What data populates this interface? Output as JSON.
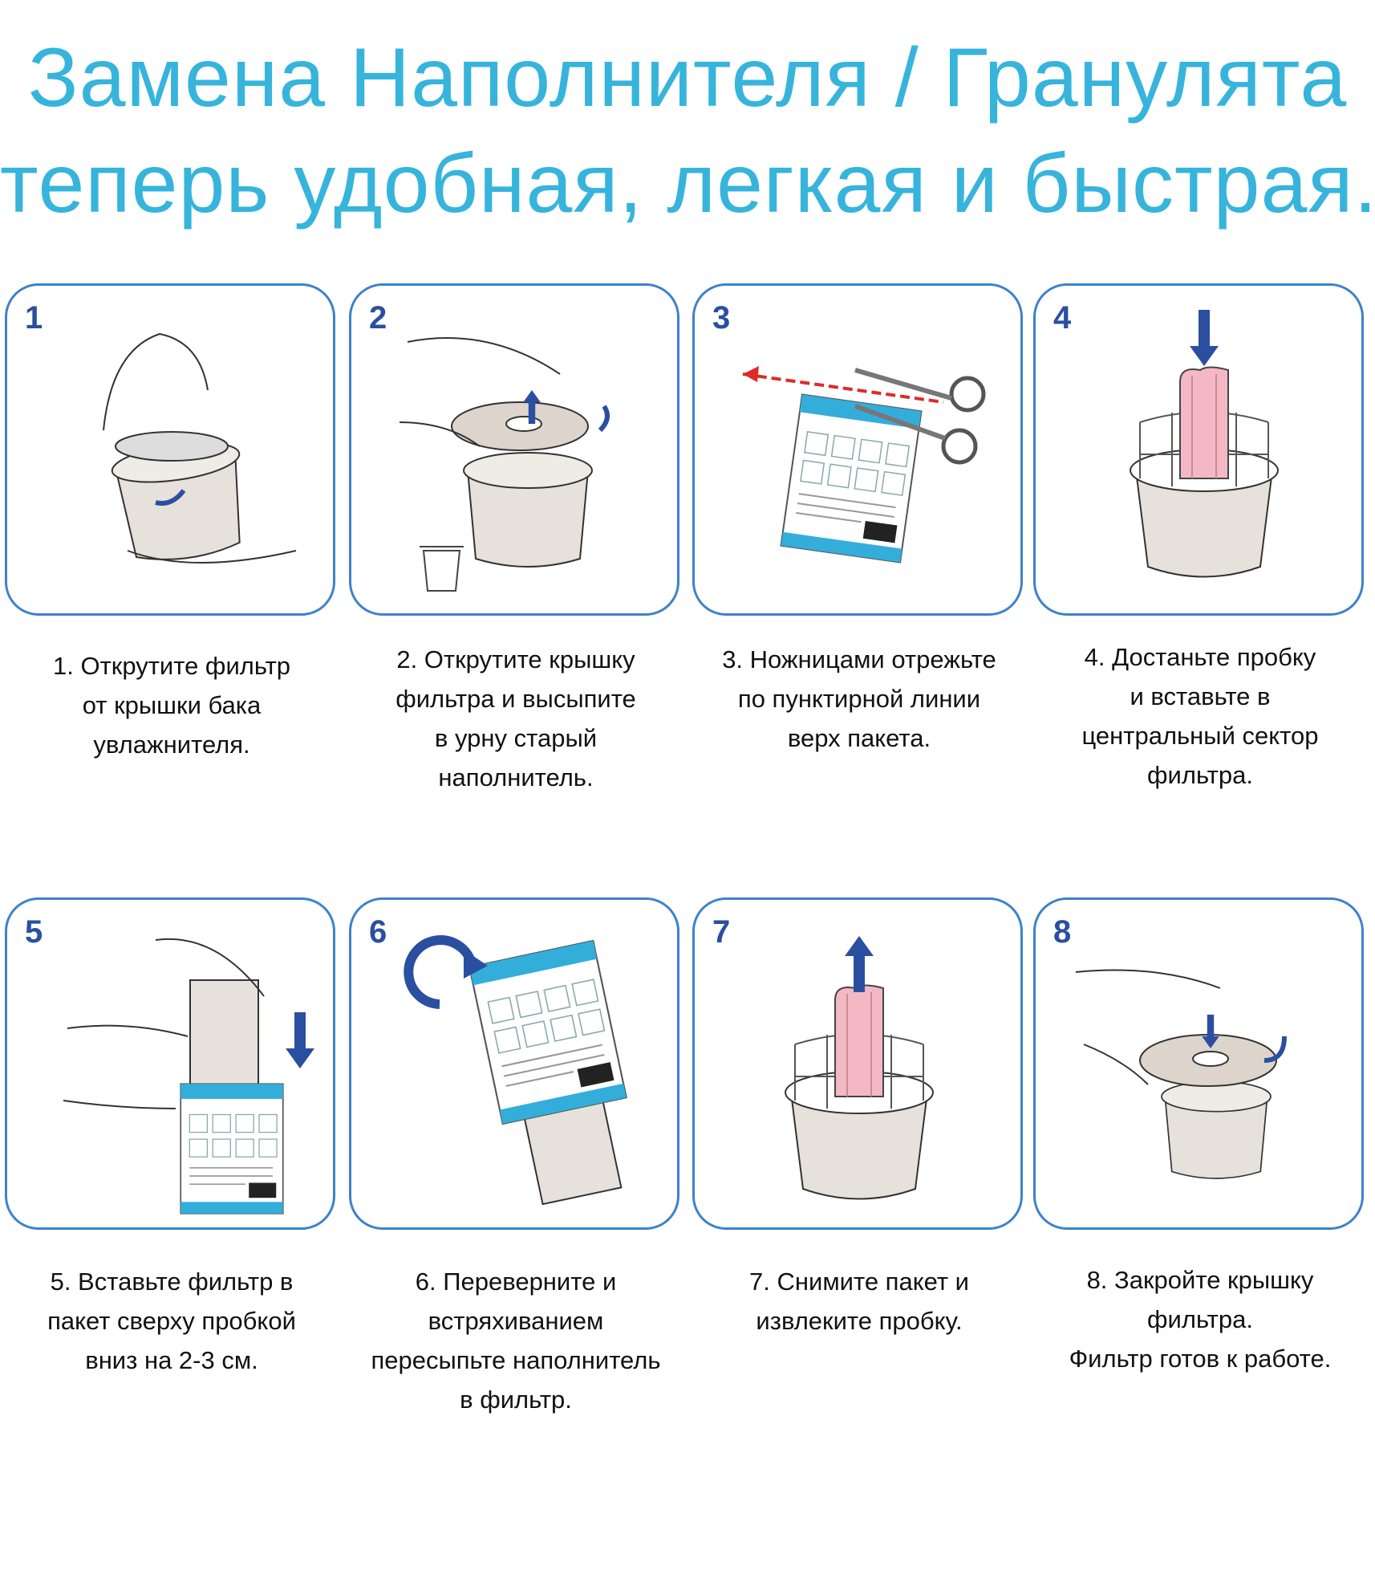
{
  "title": {
    "line1": "Замена Наполнителя / Гранулята",
    "line2": "теперь удобная, легкая и быстрая."
  },
  "colors": {
    "title": "#36b4dc",
    "border": "#3d82cc",
    "arrow": "#2b4fa0",
    "plug": "#f4b8c4"
  },
  "steps": [
    {
      "number": "1",
      "lines": [
        "1. Открутите фильтр",
        "от крышки бака",
        "увлажнителя."
      ]
    },
    {
      "number": "2",
      "lines": [
        "2. Открутите крышку",
        "фильтра и высыпите",
        "в урну старый",
        "наполнитель."
      ]
    },
    {
      "number": "3",
      "lines": [
        "3. Ножницами отрежьте",
        "по пунктирной линии",
        "верх пакета."
      ]
    },
    {
      "number": "4",
      "lines": [
        "4. Достаньте пробку",
        "и вставьте в",
        "центральный сектор",
        "фильтра."
      ]
    },
    {
      "number": "5",
      "lines": [
        "5. Вставьте фильтр в",
        "пакет сверху пробкой",
        "вниз на 2-3 см."
      ]
    },
    {
      "number": "6",
      "lines": [
        "6. Переверните и",
        "встряхиванием",
        "пересыпьте наполнитель",
        "в фильтр."
      ]
    },
    {
      "number": "7",
      "lines": [
        "7. Снимите пакет и",
        "извлеките пробку."
      ]
    },
    {
      "number": "8",
      "lines": [
        "8. Закройте крышку",
        "фильтра.",
        "Фильтр готов к работе."
      ]
    }
  ]
}
